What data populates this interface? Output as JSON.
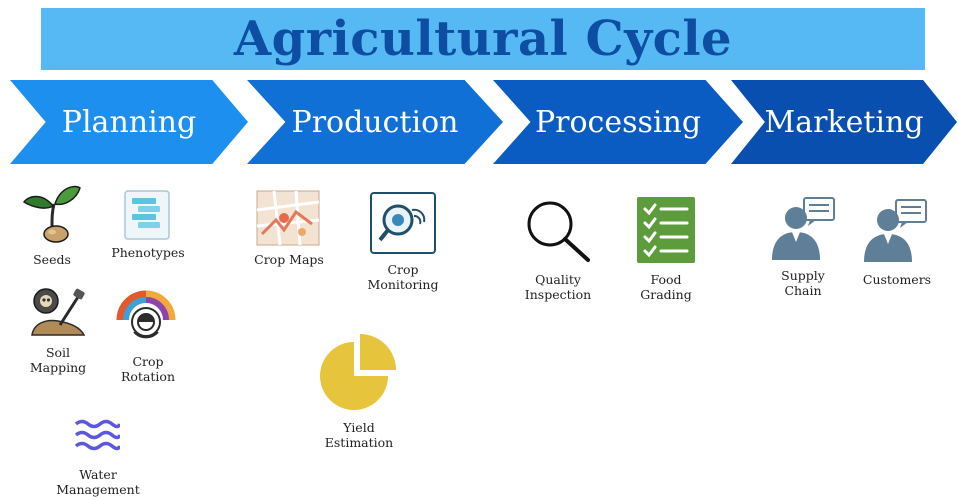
{
  "title": "Agricultural Cycle",
  "stages": [
    {
      "label": "Planning",
      "color": "#1d8fef"
    },
    {
      "label": "Production",
      "color": "#1170d6"
    },
    {
      "label": "Processing",
      "color": "#0b5cc2"
    },
    {
      "label": "Marketing",
      "color": "#094fb0"
    }
  ],
  "items": {
    "seeds": "Seeds",
    "phenotypes": "Phenotypes",
    "soil_mapping": "Soil\nMapping",
    "crop_rotation": "Crop\nRotation",
    "water_management": "Water\nManagement",
    "crop_maps": "Crop Maps",
    "crop_monitoring": "Crop\nMonitoring",
    "yield_estimation": "Yield\nEstimation",
    "quality_inspection": "Quality\nInspection",
    "food_grading": "Food\nGrading",
    "supply_chain": "Supply\nChain",
    "customers": "Customers"
  },
  "icons": [
    "seedling-icon",
    "database-icon",
    "soil-skull-icon",
    "rotation-icon",
    "water-waves-icon",
    "map-icon",
    "monitor-magnifier-icon",
    "pie-chart-icon",
    "magnifier-icon",
    "checklist-icon",
    "businessman-chat-icon"
  ]
}
